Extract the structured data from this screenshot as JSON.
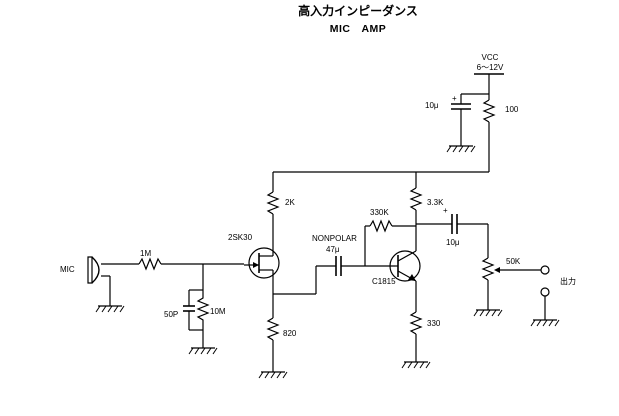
{
  "title": {
    "line1": "高入力インピーダンス",
    "line2": "MIC　AMP"
  },
  "power": {
    "name": "VCC",
    "range": "6～12V"
  },
  "components": {
    "c_supply": "10μ",
    "r_supply": "100",
    "r_drain": "2K",
    "fet": "2SK30",
    "r_in": "1M",
    "c_in": "50P",
    "r_gate": "10M",
    "r_source": "820",
    "c_couple_type": "NONPOLAR",
    "c_couple": "47μ",
    "r_fb": "330K",
    "r_collector": "3.3K",
    "c_out": "10μ",
    "transistor": "C1815",
    "r_emitter": "330",
    "pot": "50K"
  },
  "io": {
    "input": "MIC",
    "output": "出力"
  }
}
